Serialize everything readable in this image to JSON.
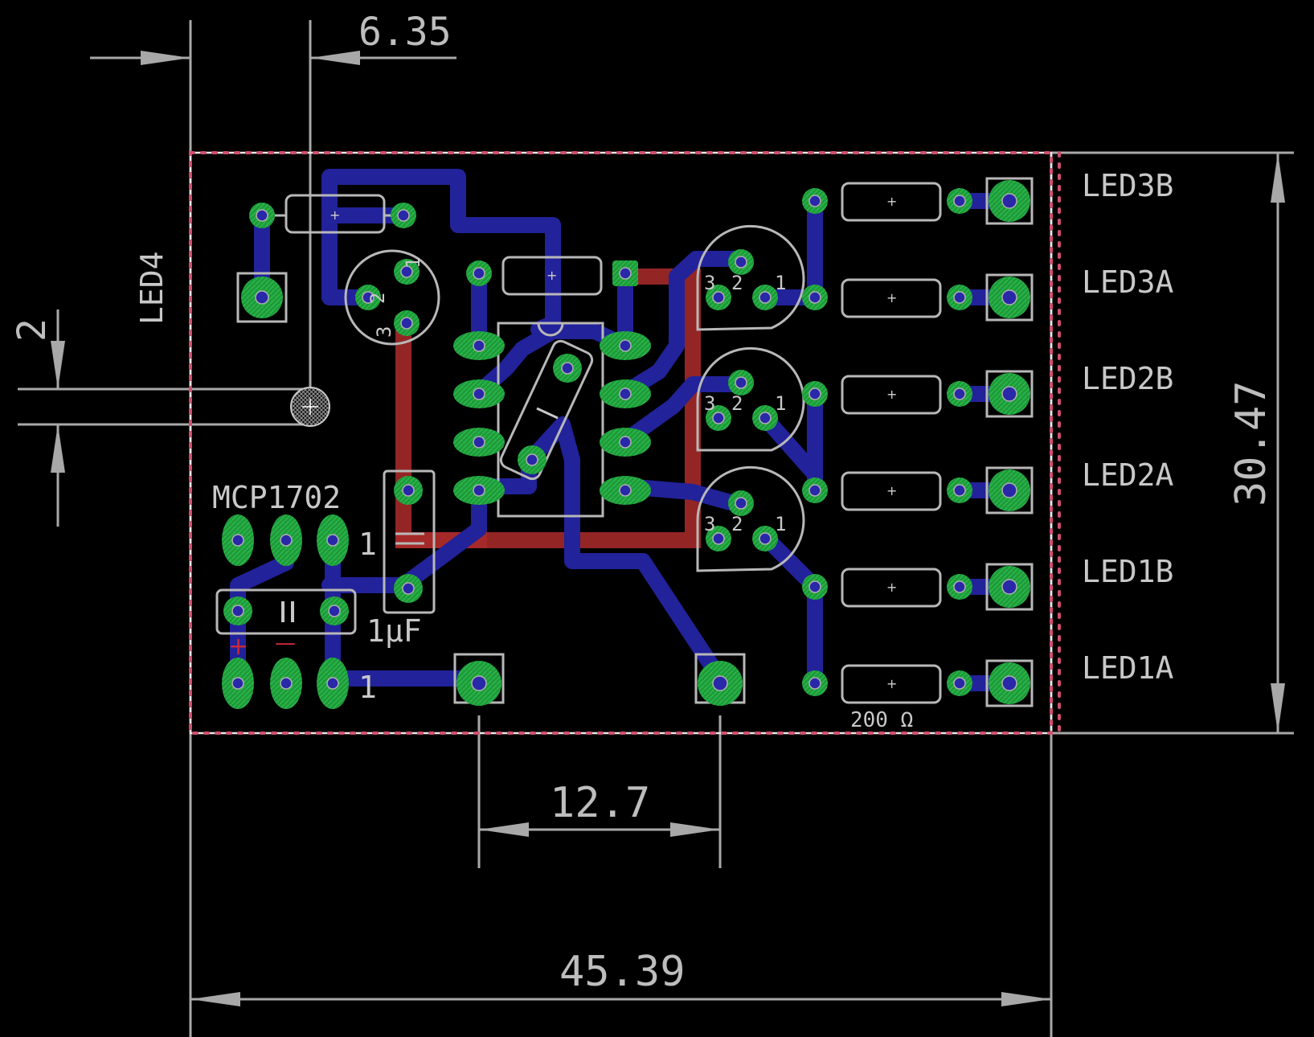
{
  "dimensions": {
    "top": "6.35",
    "left": "2",
    "middle": "12.7",
    "bottom": "45.39",
    "right": "30.47"
  },
  "labels": {
    "led4": "LED4",
    "regulator": "MCP1702",
    "reg_pin1_top": "1",
    "reg_pin1_bottom": "1",
    "capacitor": "1µF",
    "resistor_value": "200 Ω",
    "cap_plus": "+",
    "cap_minus": "—"
  },
  "connectors": [
    "LED3B",
    "LED3A",
    "LED2B",
    "LED2A",
    "LED1B",
    "LED1A"
  ],
  "led_pin_labels": {
    "led1": [
      "3",
      "2",
      "1"
    ],
    "led2": [
      "3",
      "2",
      "1"
    ],
    "led3": [
      "3",
      "2",
      "1"
    ],
    "led4": [
      "1",
      "2",
      "3"
    ]
  },
  "colors": {
    "background": "#000000",
    "bottom_copper": "#22229a",
    "top_copper": "#a82a2a",
    "pad": "#1f9a3a",
    "outline": "#d8d8d8",
    "board_edge_dots": "#d0506e"
  }
}
